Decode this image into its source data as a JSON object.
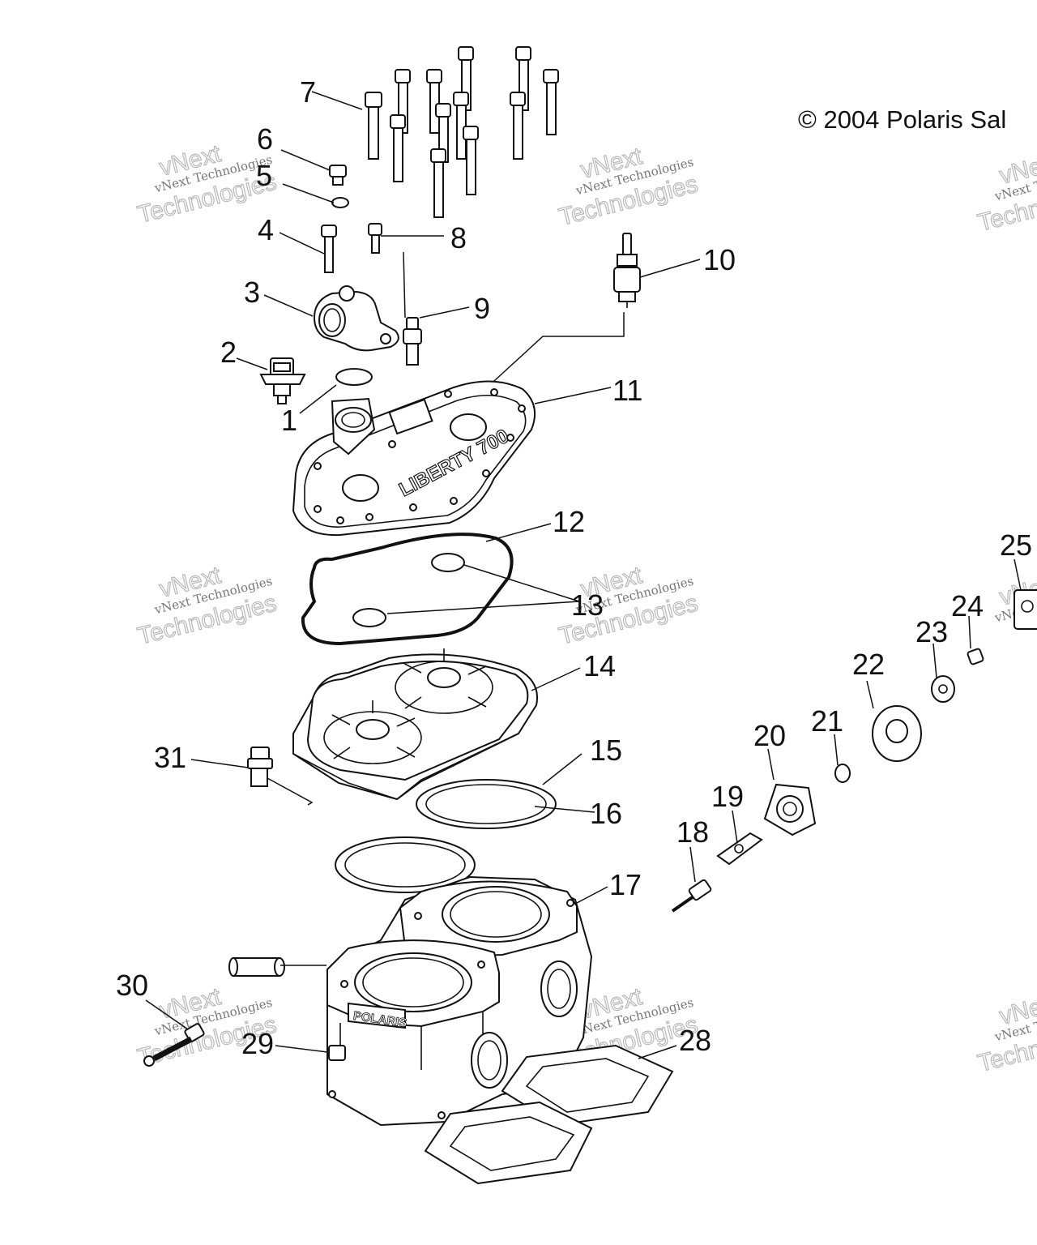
{
  "copyright": "© 2004 Polaris Sal",
  "watermark": {
    "small": "vNext Technologies",
    "big1": "vNext",
    "big2": "Technologies"
  },
  "callouts": [
    "1",
    "2",
    "3",
    "4",
    "5",
    "6",
    "7",
    "8",
    "9",
    "10",
    "11",
    "12",
    "13",
    "14",
    "15",
    "16",
    "17",
    "18",
    "19",
    "20",
    "21",
    "22",
    "23",
    "24",
    "25",
    "28",
    "29",
    "30",
    "31"
  ],
  "head_lettering": "LIBERTY 700",
  "cylinder_lettering": "POLARIS"
}
